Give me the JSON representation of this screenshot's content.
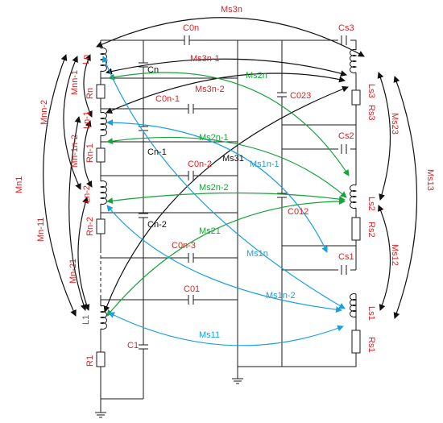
{
  "labels": {
    "ms3n": "Ms3n",
    "c0n": "C0n",
    "cs3": "Cs3",
    "ln": "Ln",
    "cn": "Cn",
    "ms3n_1": "Ms3n-1",
    "ms2n": "Ms2n",
    "ls3": "Ls3",
    "mnn_1": "Mnn-1",
    "rn": "Rn",
    "c0n_1": "C0n-1",
    "ms3n_2": "Ms3n-2",
    "c023": "C023",
    "rs3": "Rs3",
    "ln_1": "Ln-1",
    "ms23": "Ms23",
    "mnn_2": "Mnn-2",
    "cs2": "Cs2",
    "ms2n_1": "Ms2n-1",
    "cn_1": "Cn-1",
    "mn_1n_2": "Mn-1n-2",
    "rn_1": "Rn-1",
    "c0n_2": "C0n-2",
    "ms31": "Ms31",
    "ms1n_1": "Ms1n-1",
    "mn1": "Mn1",
    "ms13": "Ms13",
    "ms2n_2": "Ms2n-2",
    "ln_2": "Ln-2",
    "ls2": "Ls2",
    "mn_11": "Mn-11",
    "c012": "C012",
    "cn_2": "Cn-2",
    "rn_2": "Rn-2",
    "rs2": "Rs2",
    "ms21": "Ms21",
    "c0n_3": "C0n-3",
    "ms1n": "Ms1n",
    "ms12": "Ms12",
    "mn_21": "Mn-21",
    "cs1": "Cs1",
    "c01": "C01",
    "ms1n_2": "Ms1n-2",
    "l1": "L1",
    "ls1": "Ls1",
    "c1": "C1",
    "ms11": "Ms11",
    "rs1": "Rs1",
    "r1": "R1"
  },
  "colors": {
    "label_red": "#e02020",
    "green": "#1aa33a",
    "blue": "#1aa0e0",
    "wire": "#1a1a1a"
  }
}
